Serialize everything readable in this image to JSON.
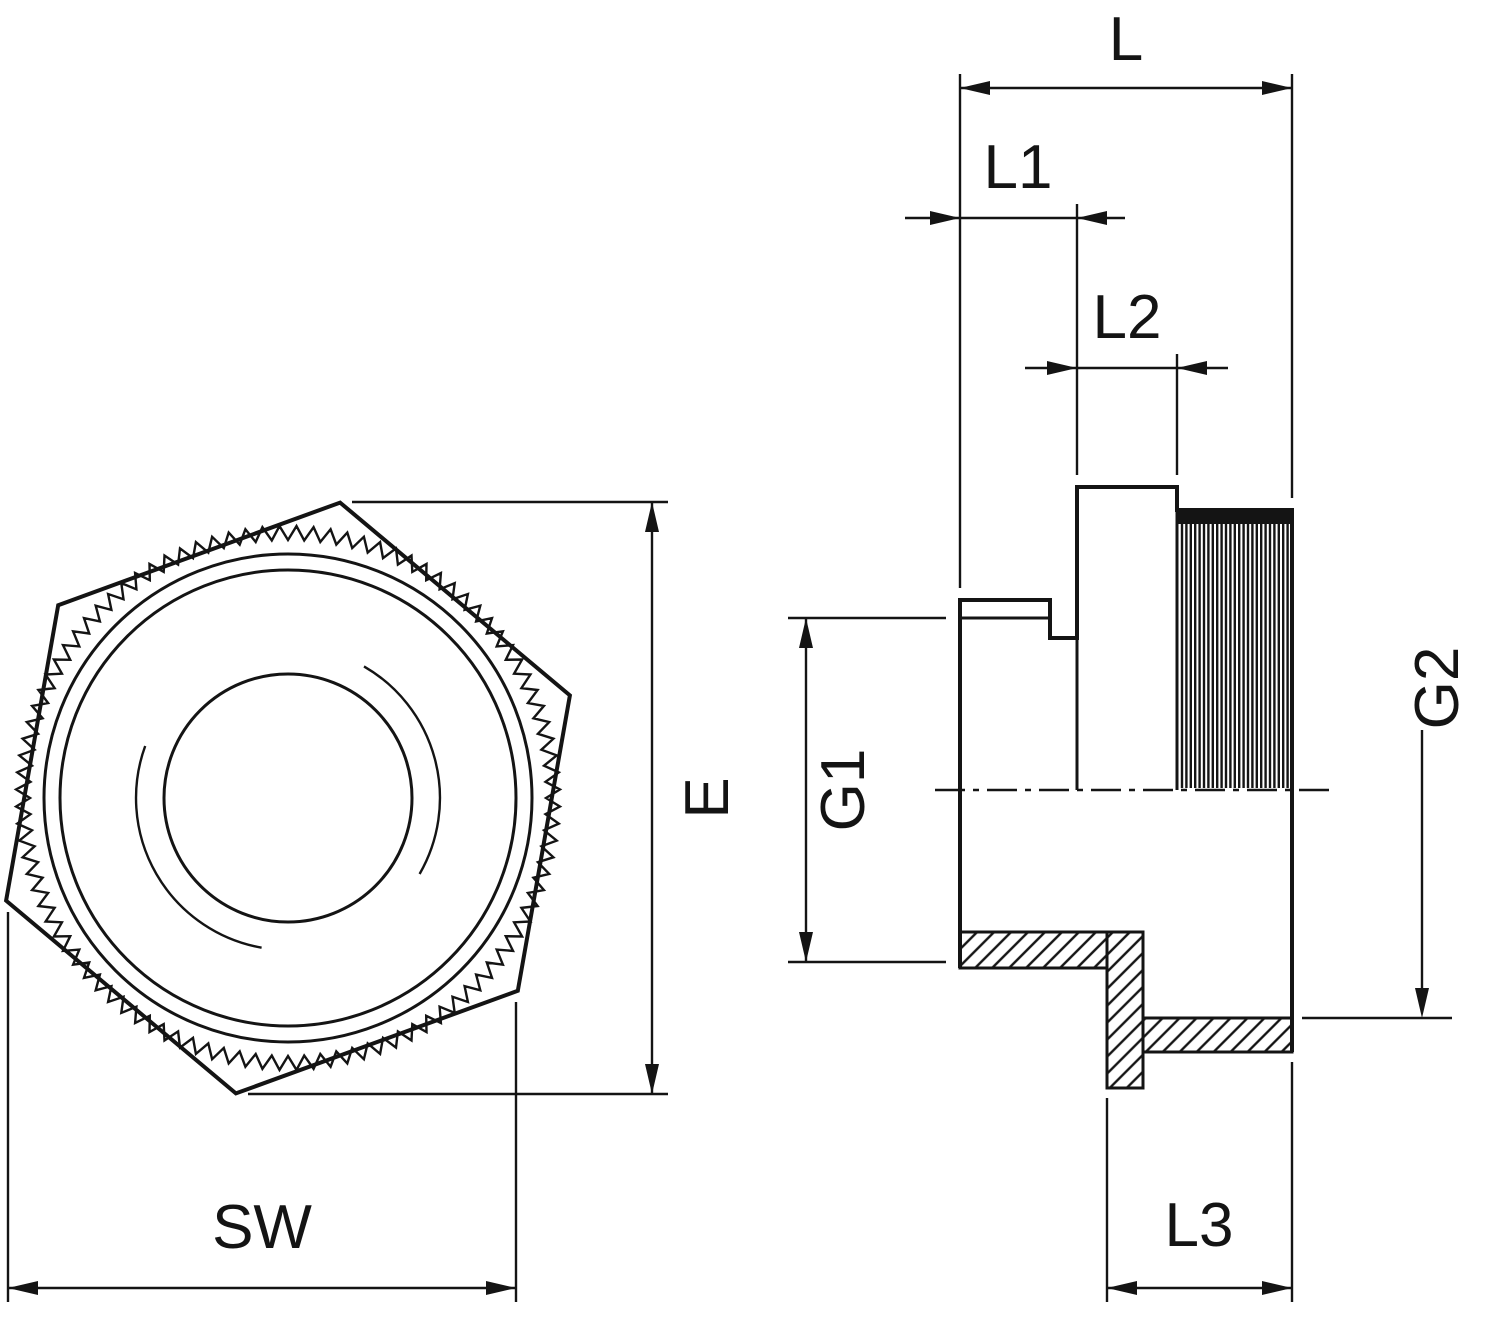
{
  "drawing": {
    "background_color": "#ffffff",
    "line_color": "#141414",
    "labels": {
      "L": "L",
      "L1": "L1",
      "L2": "L2",
      "L3": "L3",
      "E": "E",
      "SW": "SW",
      "G1": "G1",
      "G2": "G2"
    }
  }
}
